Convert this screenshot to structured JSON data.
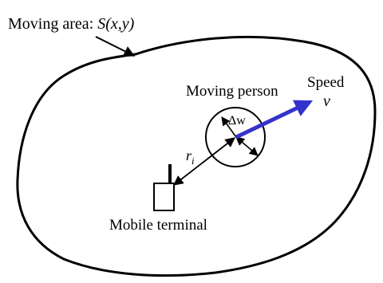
{
  "moving_area": {
    "label": "Moving area: ",
    "symbol_S": "S",
    "symbol_args": "(x,y)"
  },
  "person": {
    "label": "Moving person",
    "delta_symbol": "Δw"
  },
  "speed": {
    "label": "Speed",
    "symbol": "v",
    "arrow_color": "#3333cc"
  },
  "distance": {
    "symbol": "r",
    "subscript": "i"
  },
  "terminal": {
    "label": "Mobile terminal"
  },
  "colors": {
    "stroke": "#000000",
    "background": "#ffffff"
  }
}
